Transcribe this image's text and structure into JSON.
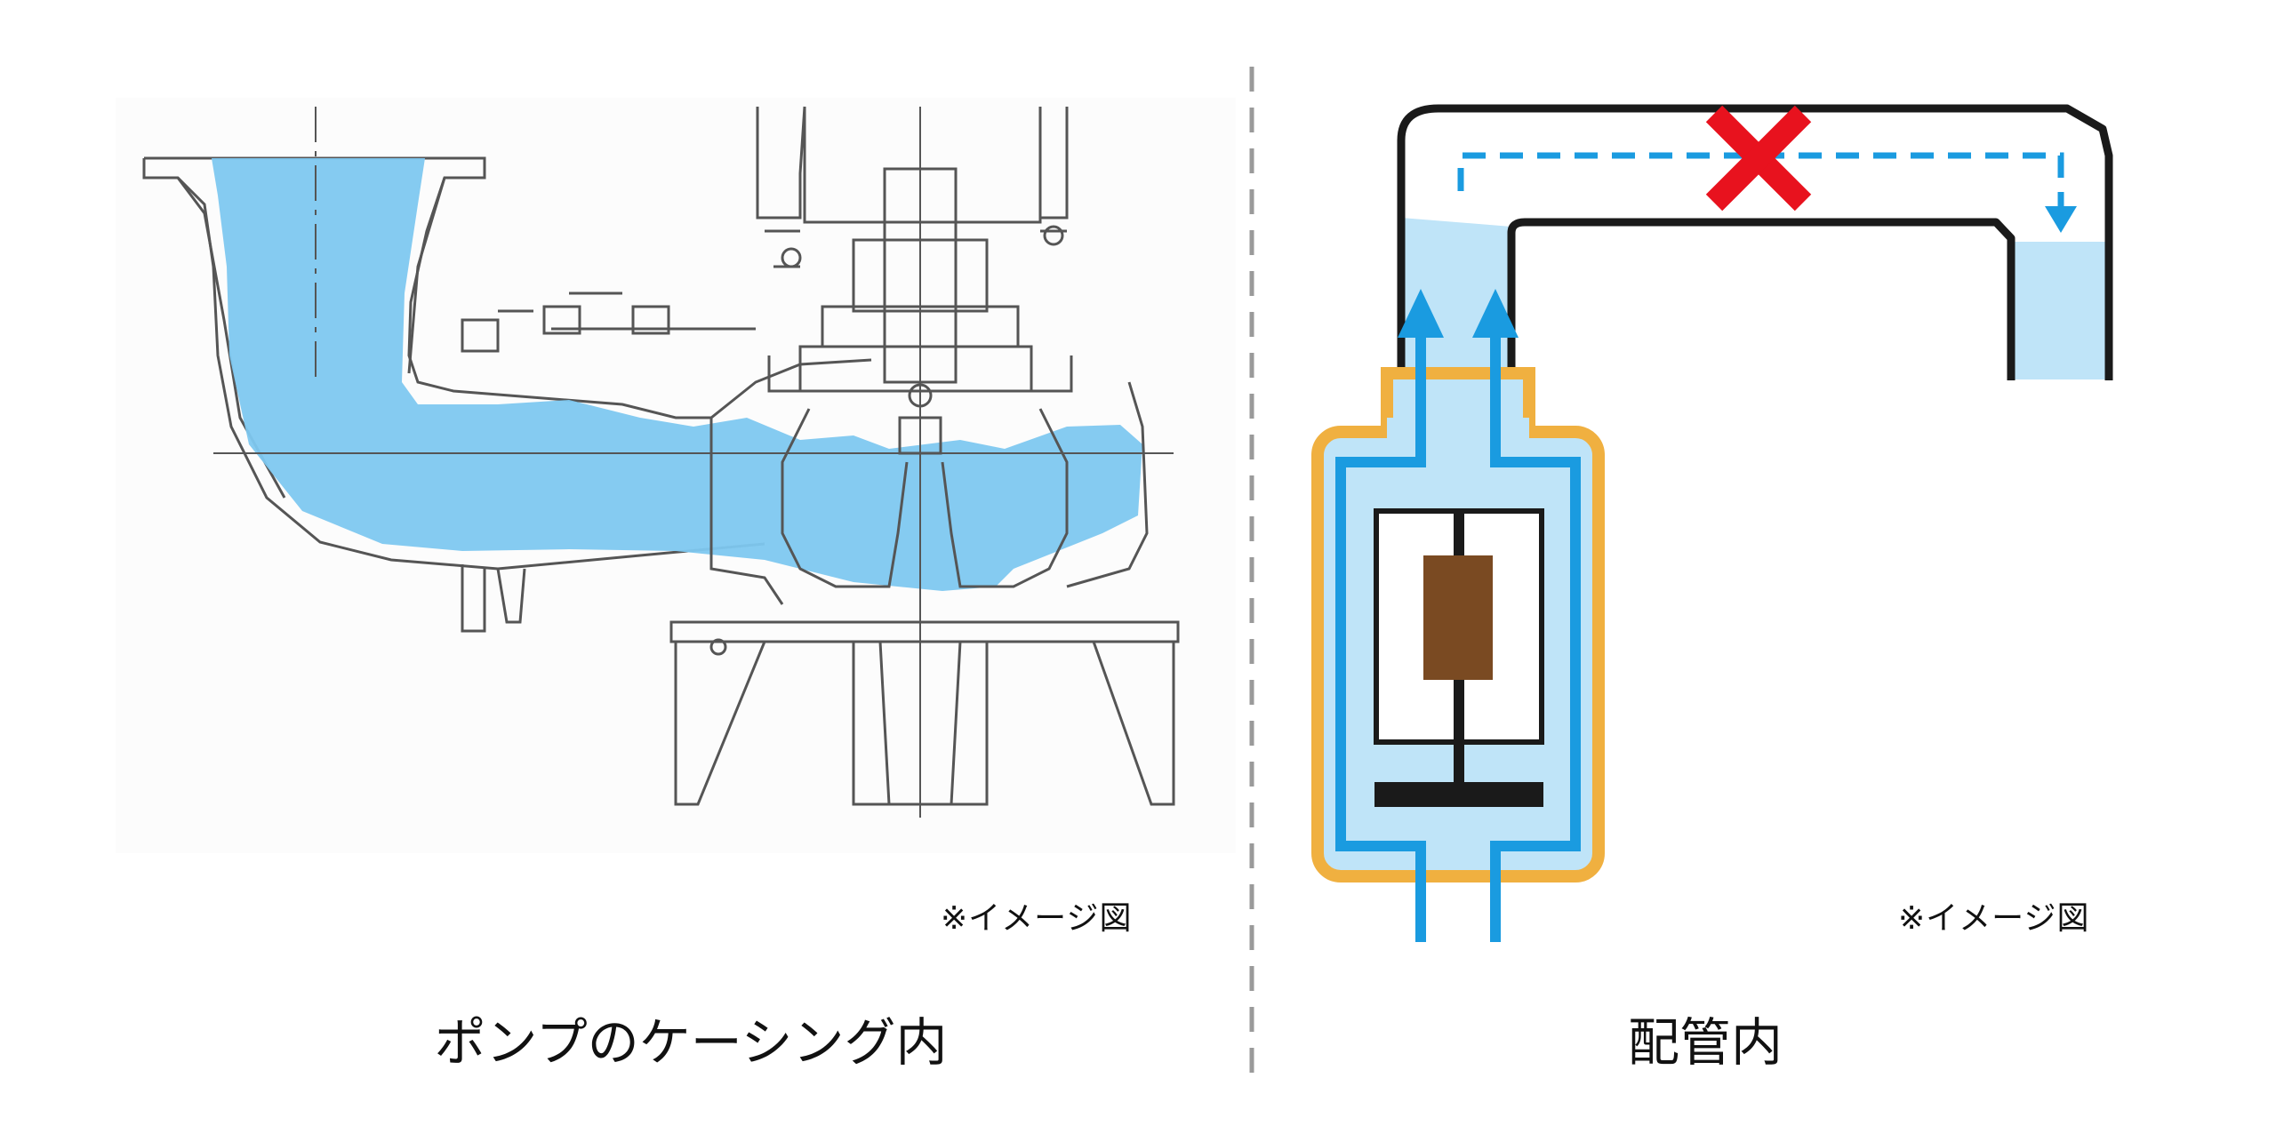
{
  "left_panel": {
    "note": "※イメージ図",
    "caption": "ポンプのケーシング内"
  },
  "right_panel": {
    "note": "※イメージ図",
    "caption": "配管内"
  },
  "colors": {
    "water": "#7ec8f0",
    "water_light": "#bfe4f8",
    "flow_arrow": "#1a9be0",
    "cross_mark": "#e8121e",
    "motor_frame": "#f0b040",
    "motor_core": "#7a4a22",
    "pipe_outline": "#1a1a1a",
    "divider": "#9a9a9a"
  },
  "icons": [
    "cross-mark-icon",
    "flow-arrow-icon"
  ]
}
